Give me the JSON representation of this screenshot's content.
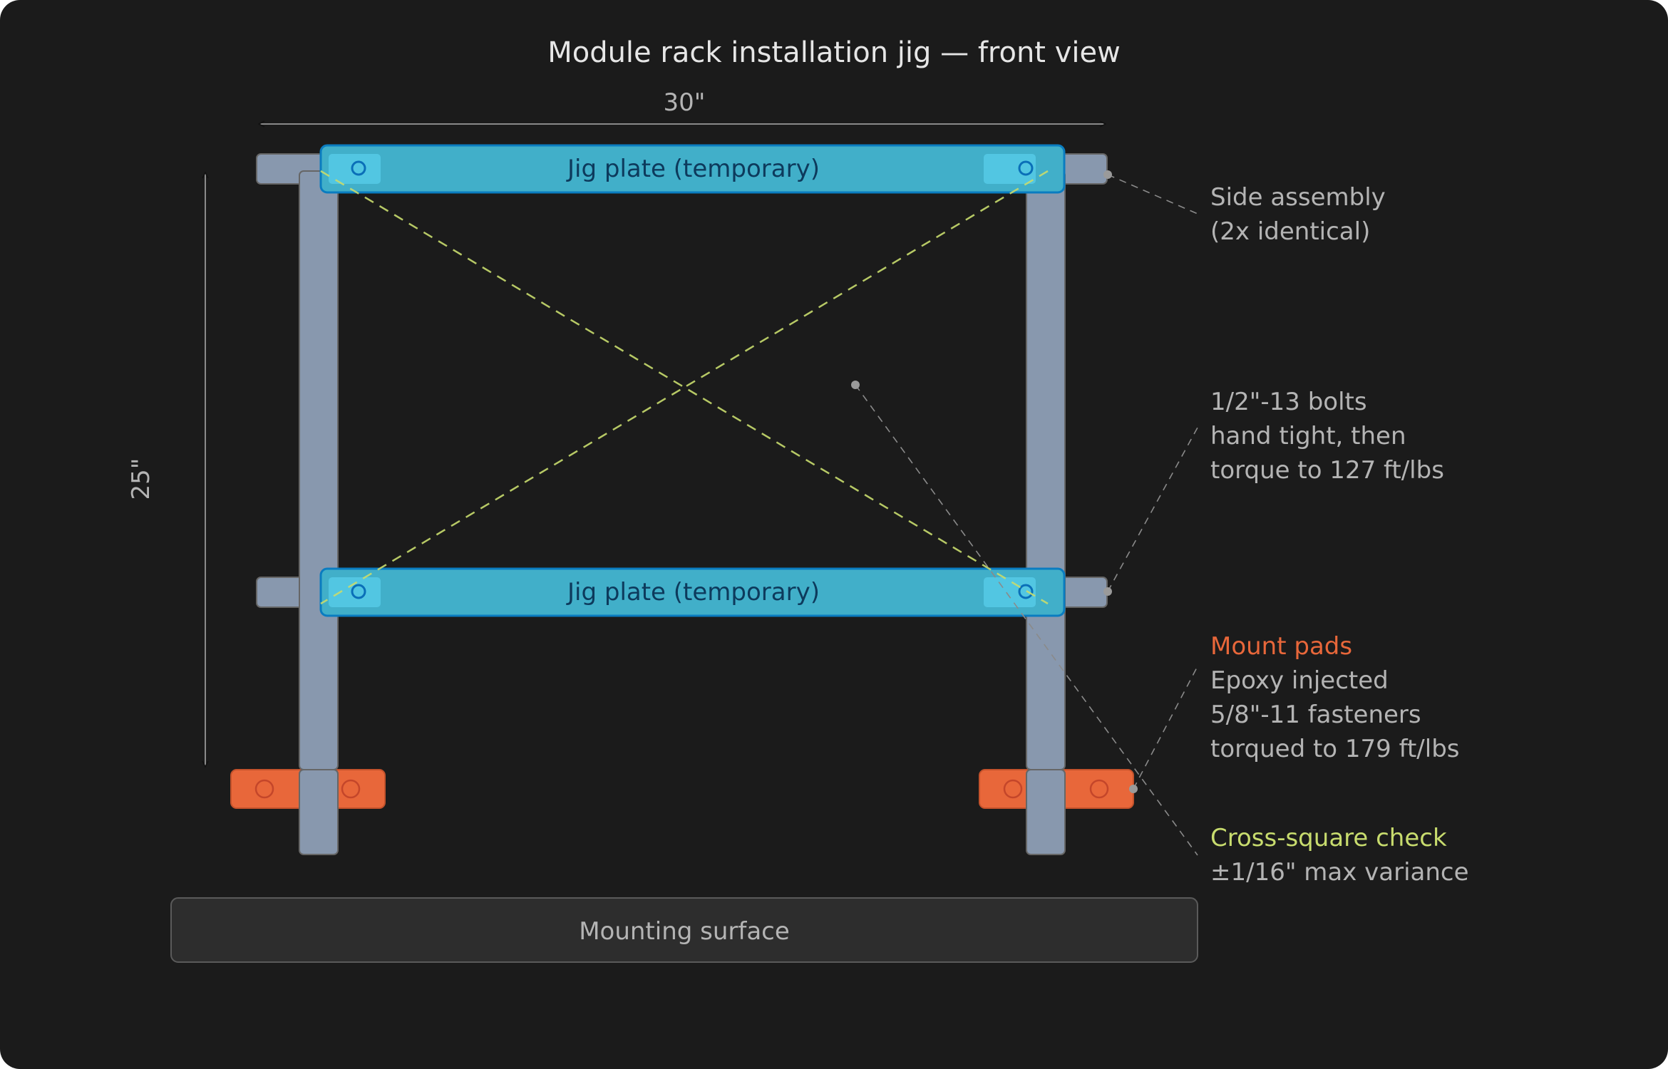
{
  "title": "Module rack installation jig — front view",
  "dimensions": {
    "width_label": "30\"",
    "height_label": "25\""
  },
  "jig_plates": [
    {
      "label": "Jig plate (temporary)"
    },
    {
      "label": "Jig plate (temporary)"
    }
  ],
  "mounting_surface": {
    "label": "Mounting surface"
  },
  "annotations": {
    "side_assembly": {
      "lines": [
        "Side assembly",
        "(2x identical)"
      ]
    },
    "bolts": {
      "lines": [
        "1/2\"-13 bolts",
        "hand tight, then",
        "torque to 127 ft/lbs"
      ]
    },
    "mount_pads": {
      "heading": "Mount pads",
      "lines": [
        "Epoxy injected",
        "5/8\"-11 fasteners",
        "torqued to 179 ft/lbs"
      ]
    },
    "cross_square": {
      "heading": "Cross-square check",
      "lines": [
        "±1/16\" max variance"
      ]
    }
  },
  "colors": {
    "background": "#1b1b1b",
    "frame": "#8898ae",
    "jig_plate": "#41afc9",
    "jig_plate_border": "#0a7cc0",
    "mount_pad": "#e8673a",
    "cross_check": "#c8dc6e",
    "annotation_text": "#b4b4b4",
    "leader": "#8a8a8a"
  }
}
